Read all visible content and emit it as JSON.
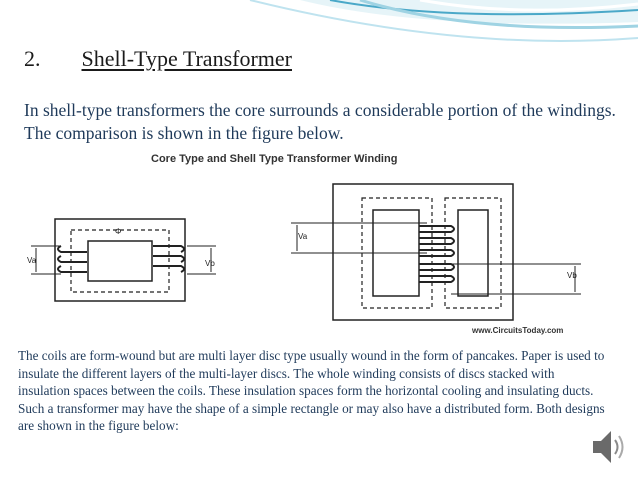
{
  "slide": {
    "section_number": "2.",
    "title": "Shell-Type Transformer",
    "intro": "In shell-type transformers the core surrounds a considerable portion of the windings. The comparison is shown in the figure below.",
    "body": "The coils are form-wound but are multi layer disc type usually wound in the form of pancakes. Paper is used to insulate the different layers of the multi-layer discs. The whole winding consists of discs stacked with insulation spaces between the coils. These insulation spaces form the horizontal cooling and insulating ducts. Such a transformer may have the shape of a simple rectangle or may also have a distributed form. Both designs are shown in the figure below:"
  },
  "figure": {
    "caption": "Core Type and Shell Type Transformer Winding",
    "core_labels": {
      "primary": "Va",
      "secondary": "Vb",
      "flux": "Φ"
    },
    "shell_labels": {
      "primary": "Va",
      "secondary": "Vb"
    },
    "watermark": "www.CircuitsToday.com"
  },
  "theme": {
    "accent": "#4aa8c8",
    "wave_light": "#bfe3ef",
    "text": "#1f3a5a"
  },
  "icons": {
    "audio": "speaker-icon"
  }
}
